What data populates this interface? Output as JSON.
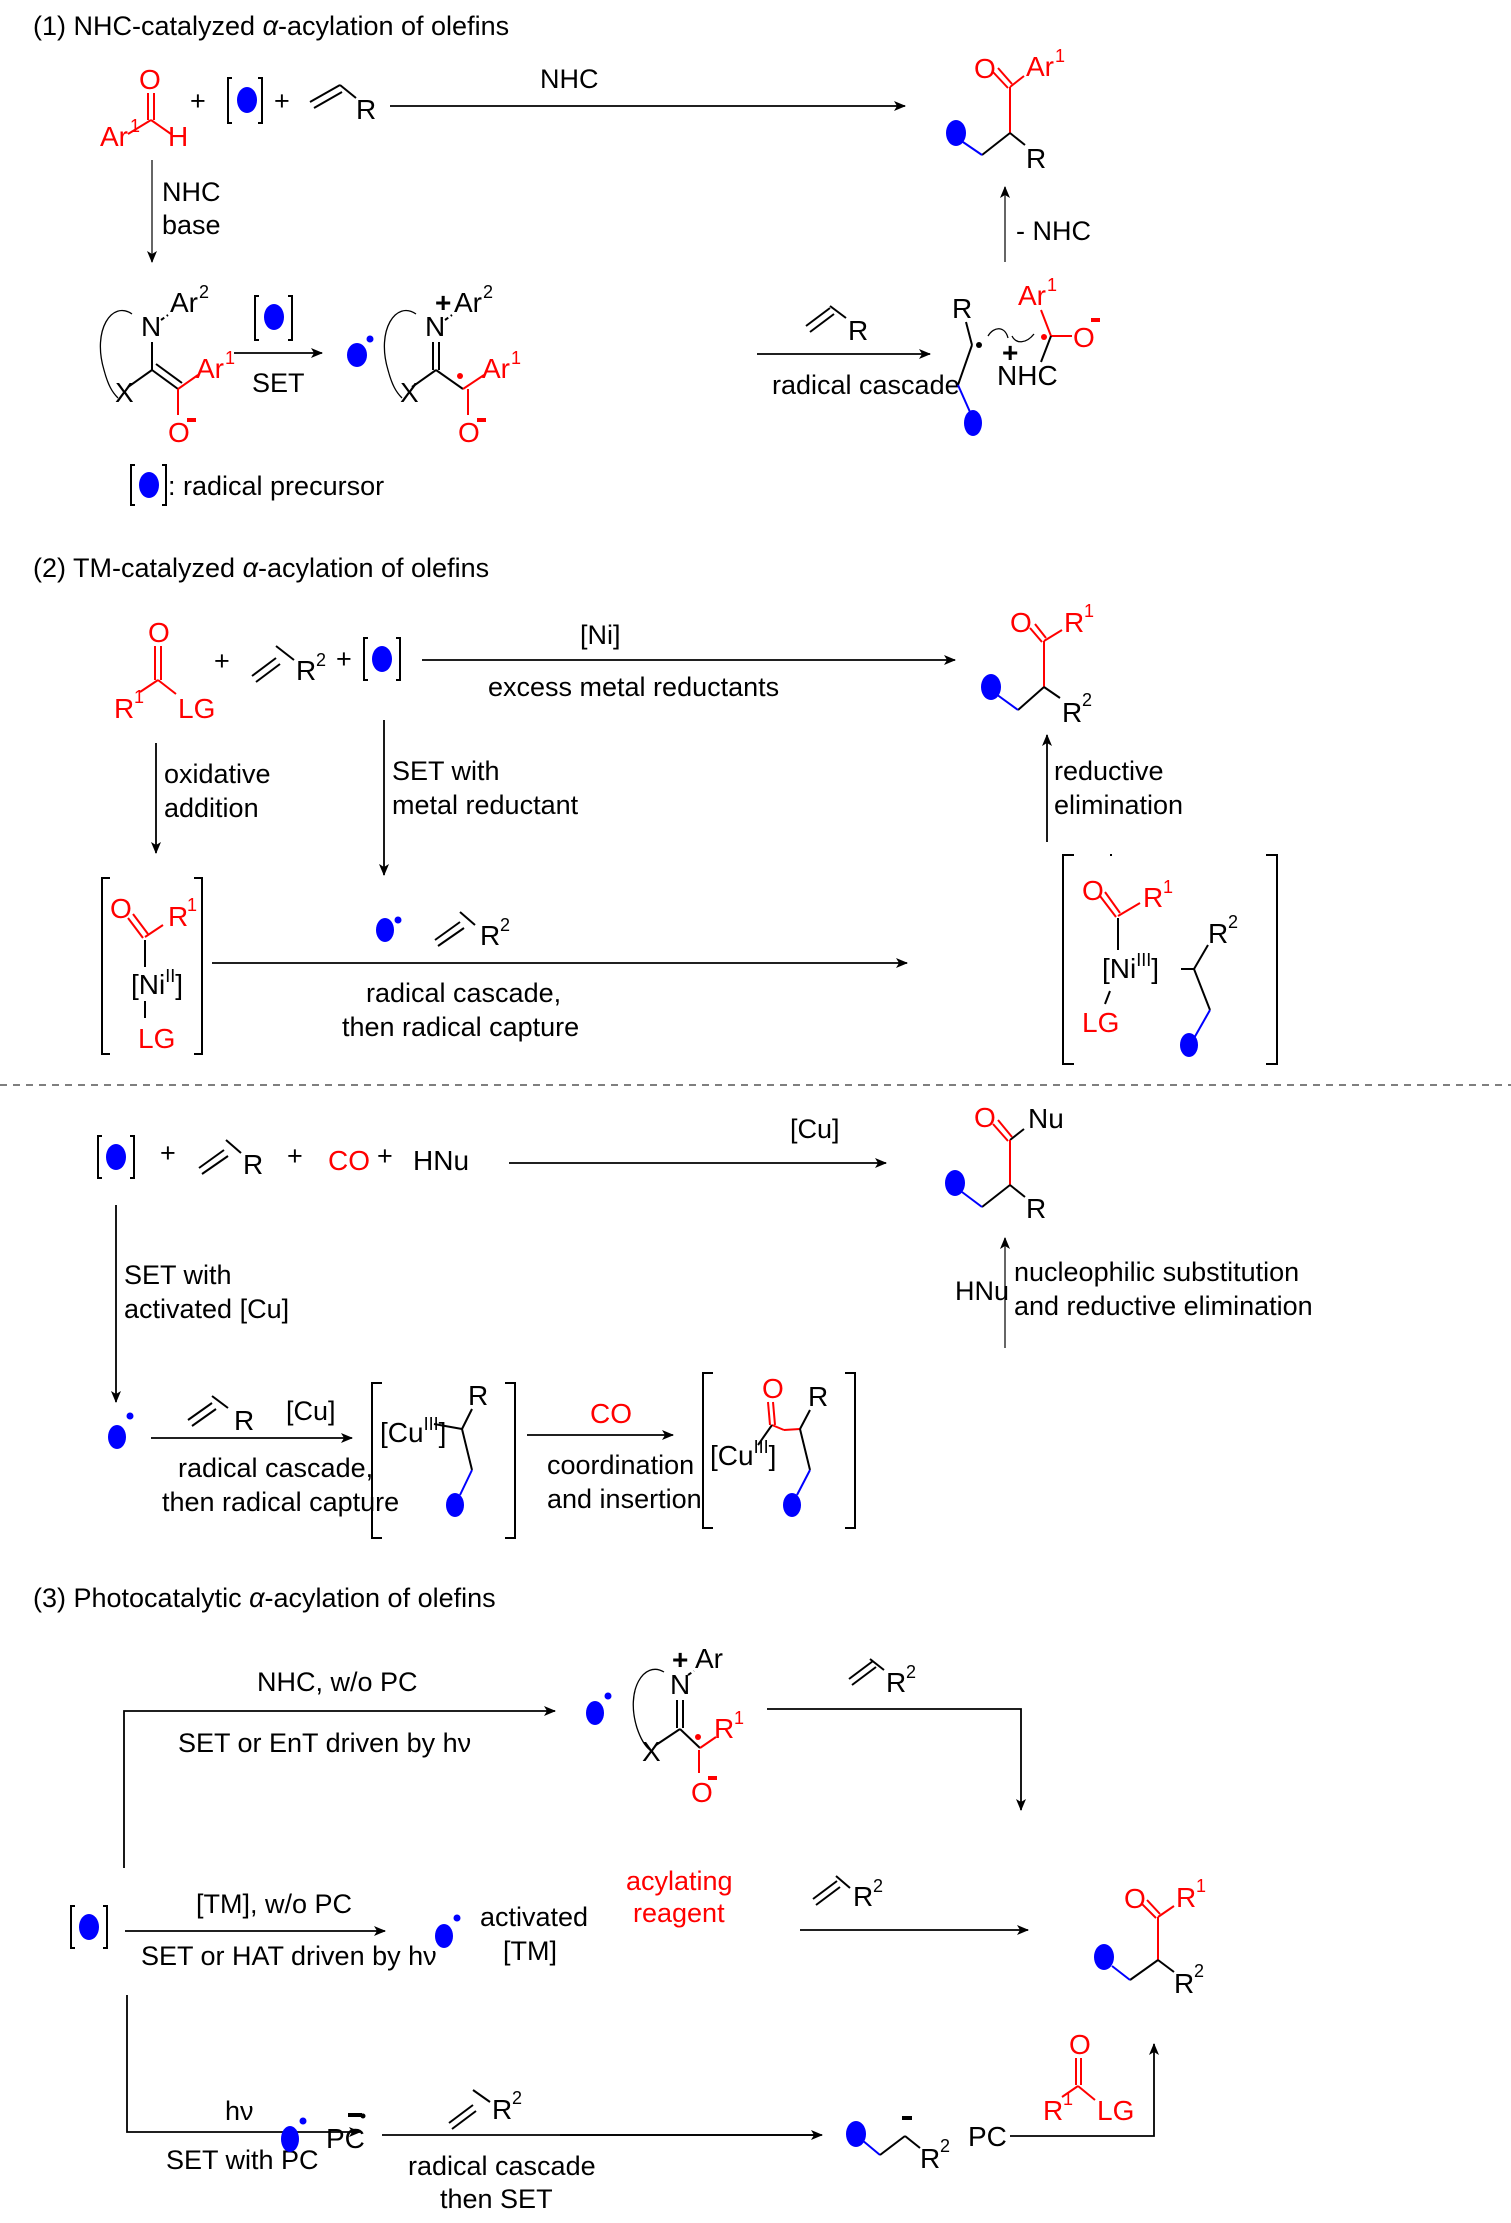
{
  "sections": {
    "s1": {
      "title_prefix": "(1) NHC-catalyzed ",
      "title_alpha": "α",
      "title_suffix": "-acylation of olefins",
      "plus": "+",
      "main_arrow_label": "NHC",
      "down_arrow_label_1": "NHC",
      "down_arrow_label_2": "base",
      "up_arrow_label": "- NHC",
      "set_label": "SET",
      "cascade_label": "radical cascade",
      "legend_text": ": radical precursor",
      "atoms": {
        "O": "O",
        "Ar": "Ar",
        "H": "H",
        "R": "R",
        "N": "N",
        "X": "X",
        "NHC": "NHC",
        "sup1": "1",
        "sup2": "2",
        "minus": "-",
        "plus_charge": "+"
      }
    },
    "s2": {
      "title_prefix": "(2) TM-catalyzed ",
      "title_alpha": "α",
      "title_suffix": "-acylation of olefins",
      "ni_label": "[Ni]",
      "ni_sub_label": "excess metal reductants",
      "oa_label_1": "oxidative",
      "oa_label_2": "addition",
      "set_label_1": "SET with",
      "set_label_2": "metal reductant",
      "re_label_1": "reductive",
      "re_label_2": "elimination",
      "cascade_label_1": "radical cascade,",
      "cascade_label_2": "then radical capture",
      "ni2": "[Ni",
      "ni2_sup": "II",
      "ni3_sup": "III",
      "close_br": "]",
      "atoms": {
        "R": "R",
        "LG": "LG",
        "O": "O",
        "sup1": "1",
        "sup2": "2"
      }
    },
    "s2b": {
      "co": "CO",
      "hnu": "HNu",
      "nu": "Nu",
      "cu_label": "[Cu]",
      "set_cu_1": "SET with",
      "set_cu_2": "activated [Cu]",
      "cu_arrow_label": "[Cu]",
      "cascade_label_1": "radical cascade,",
      "cascade_label_2": "then radical capture",
      "cu3": "[Cu",
      "cu3_sup": "III",
      "co_label": "CO",
      "coord_1": "coordination",
      "coord_2": "and insertion",
      "nuc_1": "nucleophilic substitution",
      "nuc_2": "and reductive elimination",
      "hnu_side": "HNu"
    },
    "s3": {
      "title_prefix": "(3) Photocatalytic ",
      "title_alpha": "α",
      "title_suffix": "-acylation of olefins",
      "nhc_top": "NHC, w/o PC",
      "nhc_bottom": "SET or EnT driven by hν",
      "tm_top": "[TM], w/o PC",
      "tm_bottom": "SET or HAT driven by hν",
      "activated_1": "activated",
      "activated_2": "[TM]",
      "acyl_1": "acylating",
      "acyl_2": "reagent",
      "hv": "hν",
      "set_pc": "SET with PC",
      "pc": "PC",
      "cascade_1": "radical cascade",
      "cascade_2": "then SET",
      "pc2": "PC",
      "ar": "Ar"
    }
  },
  "colors": {
    "acyl": "#ff0000",
    "radical": "#0000ff",
    "text": "#000000"
  }
}
